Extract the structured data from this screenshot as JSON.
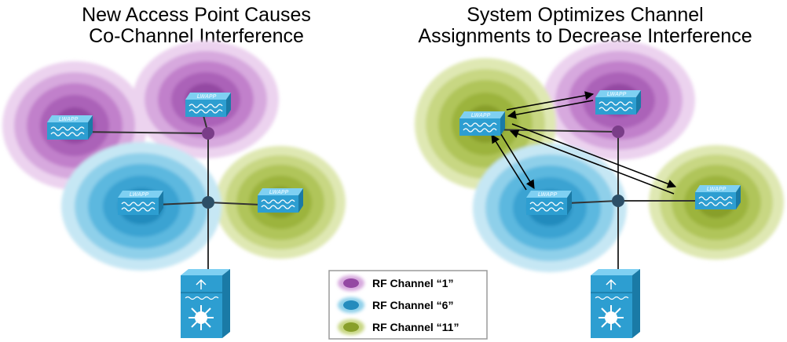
{
  "titles": {
    "left": {
      "line1": "New Access Point Causes",
      "line2": "Co-Channel Interference"
    },
    "right": {
      "line1": "System Optimizes Channel",
      "line2": "Assignments to Decrease Interference"
    }
  },
  "access_point_label": "LWAPP",
  "legend": {
    "items": [
      {
        "label": "RF Channel “1”",
        "color": "#a45ab4"
      },
      {
        "label": "RF Channel “6”",
        "color": "#2f9ccc"
      },
      {
        "label": "RF Channel “11”",
        "color": "#95aa2a"
      }
    ]
  },
  "colors": {
    "channel_1": "#a45ab4",
    "channel_6": "#2f9ccc",
    "channel_11": "#95aa2a",
    "device_blue": "#3aa6d6",
    "network_node": "#2c4f67",
    "link_line": "#333333"
  },
  "left_diagram": {
    "access_points": [
      {
        "name": "ap-left-top-left",
        "channel": "1"
      },
      {
        "name": "ap-left-top-right",
        "channel": "1"
      },
      {
        "name": "ap-left-bottom-left",
        "channel": "6"
      },
      {
        "name": "ap-left-bottom-right",
        "channel": "11"
      }
    ]
  },
  "right_diagram": {
    "access_points": [
      {
        "name": "ap-right-top-left",
        "channel": "11"
      },
      {
        "name": "ap-right-top-right",
        "channel": "1"
      },
      {
        "name": "ap-right-bottom-left",
        "channel": "6"
      },
      {
        "name": "ap-right-bottom-right",
        "channel": "11"
      }
    ]
  },
  "icons": [
    "switch-icon",
    "access-point-icon"
  ]
}
